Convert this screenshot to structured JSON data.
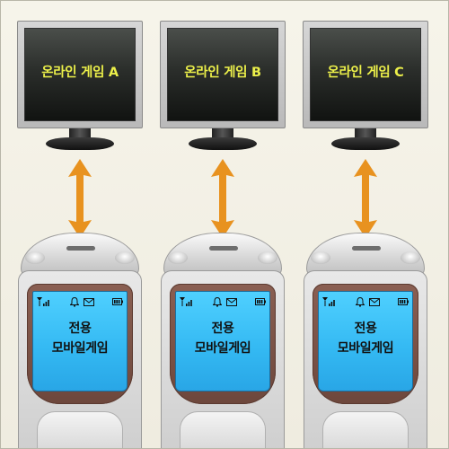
{
  "units": [
    {
      "monitor_label": "온라인 게임 A",
      "phone_line1": "전용",
      "phone_line2": "모바일게임"
    },
    {
      "monitor_label": "온라인 게임 B",
      "phone_line1": "전용",
      "phone_line2": "모바일게임"
    },
    {
      "monitor_label": "온라인 게임 C",
      "phone_line1": "전용",
      "phone_line2": "모바일게임"
    }
  ],
  "colors": {
    "background": "#f3f1e6",
    "monitor_text": "#ecf04a",
    "arrow": "#e8921f",
    "phone_screen": "#33b8f2",
    "phone_bezel": "#7a5246"
  },
  "icons": [
    "bidirectional-arrow-icon",
    "signal-icon",
    "bell-icon",
    "envelope-icon",
    "battery-icon"
  ]
}
